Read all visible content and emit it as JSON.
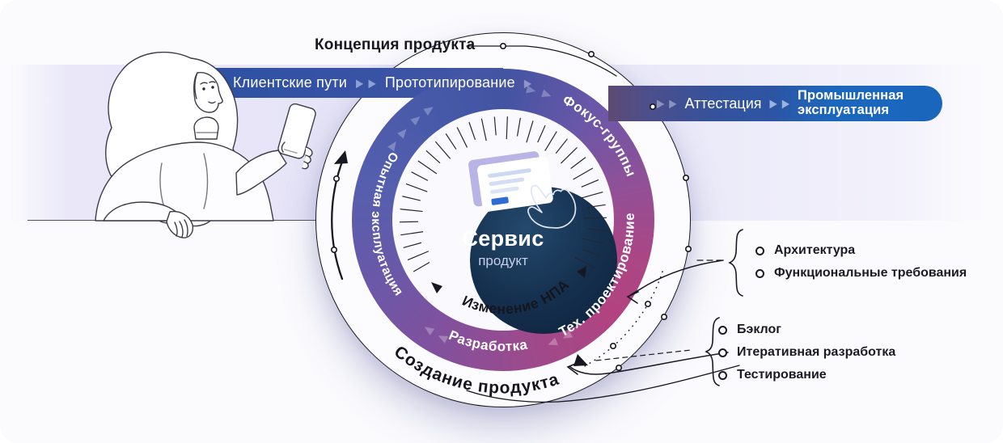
{
  "stage_top": {
    "label": "Концепция продукта"
  },
  "stage_bottom": {
    "label": "Создание продукта"
  },
  "pipeline": {
    "left_segments": [
      {
        "label": "Клиентские пути"
      },
      {
        "label": "Прототипирование"
      }
    ],
    "right_segments": [
      {
        "label": "Аттестация"
      },
      {
        "label": "Промышленная эксплуатация",
        "highlighted": true
      }
    ]
  },
  "ring": {
    "segments": [
      {
        "label": "Фокус-группы"
      },
      {
        "label": "Тех. проектирование"
      },
      {
        "label": "Разработка"
      },
      {
        "label": "Опытная эксплуатация"
      }
    ],
    "inner_band_label": "Изменение НПА"
  },
  "center": {
    "title": "Сервис",
    "subtitle": "продукт"
  },
  "callouts": [
    {
      "items": [
        "Архитектура",
        "Функциональные требования"
      ]
    },
    {
      "items": [
        "Бэклог",
        "Итеративная разработка",
        "Тестирование"
      ]
    }
  ],
  "icons": {
    "chevron": "▶"
  },
  "colors": {
    "pipeline_blue": "#2d51a3",
    "pipeline_highlight": "#1b67be",
    "ring_blue": "#4254a2",
    "ring_purple": "#7e58a7",
    "ring_pink": "#b24380",
    "center_navy": "#0d2039",
    "accent_dark": "#17171f",
    "lavender_bg": "#e8e6f7"
  }
}
